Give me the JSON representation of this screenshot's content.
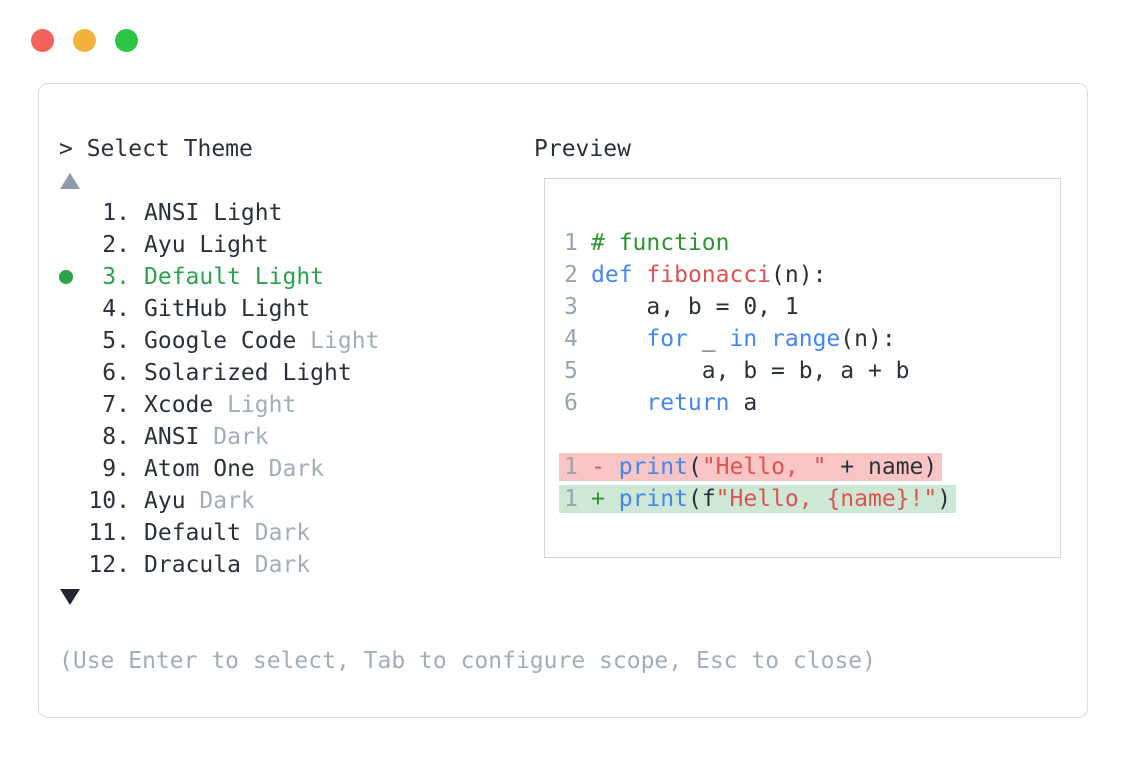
{
  "window": {
    "controls": [
      {
        "name": "close",
        "color": "#f4615c"
      },
      {
        "name": "minimize",
        "color": "#f1b33c"
      },
      {
        "name": "zoom",
        "color": "#2dc344"
      }
    ]
  },
  "theme_picker": {
    "prompt": "> Select Theme",
    "selected_number": "3.",
    "items": [
      {
        "num": "1.",
        "main": "ANSI Light",
        "suffix": "",
        "selected": false
      },
      {
        "num": "2.",
        "main": "Ayu Light",
        "suffix": "",
        "selected": false
      },
      {
        "num": "3.",
        "main": "Default Light",
        "suffix": "",
        "selected": true
      },
      {
        "num": "4.",
        "main": "GitHub Light",
        "suffix": "",
        "selected": false
      },
      {
        "num": "5.",
        "main": "Google Code",
        "suffix": " Light",
        "selected": false
      },
      {
        "num": "6.",
        "main": "Solarized Light",
        "suffix": "",
        "selected": false
      },
      {
        "num": "7.",
        "main": "Xcode",
        "suffix": " Light",
        "selected": false
      },
      {
        "num": "8.",
        "main": "ANSI",
        "suffix": " Dark",
        "selected": false
      },
      {
        "num": "9.",
        "main": "Atom One",
        "suffix": " Dark",
        "selected": false
      },
      {
        "num": "10.",
        "main": "Ayu",
        "suffix": " Dark",
        "selected": false
      },
      {
        "num": "11.",
        "main": "Default",
        "suffix": " Dark",
        "selected": false
      },
      {
        "num": "12.",
        "main": "Dracula",
        "suffix": " Dark",
        "selected": false
      }
    ],
    "footer_hint": "(Use Enter to select, Tab to configure scope, Esc to close)",
    "colors": {
      "selected_green": "#2ca24b",
      "muted_text": "#a2adbb",
      "text": "#2b313c",
      "scroll_up_arrow": "#8e99ab",
      "scroll_down_arrow": "#20252f",
      "panel_border": "#d8dce2"
    }
  },
  "preview": {
    "label": "Preview",
    "syntax_colors": {
      "keyword": "#4285f4",
      "function": "#e05252",
      "string": "#e05252",
      "comment": "#2e9430",
      "plain": "#2b313c",
      "line_number": "#99a3b0",
      "diff_removed_bg": "#f8c5c4",
      "diff_added_bg": "#cde8d5"
    },
    "code_lines": [
      {
        "num": "1",
        "hl": "",
        "tokens": [
          [
            "cm",
            "# function"
          ]
        ]
      },
      {
        "num": "2",
        "hl": "",
        "tokens": [
          [
            "kw",
            "def"
          ],
          [
            "pl",
            " "
          ],
          [
            "fn",
            "fibonacci"
          ],
          [
            "pl",
            "(n):"
          ]
        ]
      },
      {
        "num": "3",
        "hl": "",
        "tokens": [
          [
            "pl",
            "    a, b = 0, 1"
          ]
        ]
      },
      {
        "num": "4",
        "hl": "",
        "tokens": [
          [
            "pl",
            "    "
          ],
          [
            "kw",
            "for"
          ],
          [
            "pl",
            " _ "
          ],
          [
            "kw",
            "in"
          ],
          [
            "pl",
            " "
          ],
          [
            "kw",
            "range"
          ],
          [
            "pl",
            "(n):"
          ]
        ]
      },
      {
        "num": "5",
        "hl": "",
        "tokens": [
          [
            "pl",
            "        a, b = b, a + b"
          ]
        ]
      },
      {
        "num": "6",
        "hl": "",
        "tokens": [
          [
            "pl",
            "    "
          ],
          [
            "kw",
            "return"
          ],
          [
            "pl",
            " a"
          ]
        ]
      },
      {
        "num": "",
        "hl": "",
        "tokens": []
      },
      {
        "num": "1",
        "hl": "del",
        "tokens": [
          [
            "rm",
            "-"
          ],
          [
            "pl",
            " "
          ],
          [
            "kw",
            "print"
          ],
          [
            "pl",
            "("
          ],
          [
            "str",
            "\"Hello, \""
          ],
          [
            "pl",
            " + name)"
          ]
        ]
      },
      {
        "num": "1",
        "hl": "add",
        "tokens": [
          [
            "ad",
            "+"
          ],
          [
            "pl",
            " "
          ],
          [
            "kw",
            "print"
          ],
          [
            "pl",
            "(f"
          ],
          [
            "str",
            "\"Hello, {name}!\""
          ],
          [
            "pl",
            ")"
          ]
        ]
      }
    ]
  }
}
